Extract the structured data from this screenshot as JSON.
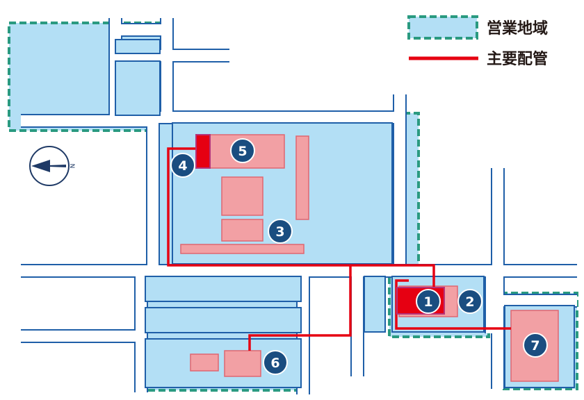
{
  "legend": {
    "business_area_label": "営業地域",
    "main_pipe_label": "主要配管"
  },
  "compass": {
    "letter": "N"
  },
  "markers": [
    "1",
    "2",
    "3",
    "4",
    "5",
    "6",
    "7"
  ],
  "colors": {
    "area_fill": "#b3dff5",
    "area_border": "#2a9a80",
    "road_stroke": "#1f5fa8",
    "building_fill": "#f2a0a4",
    "building_stroke": "#e06670",
    "pipe": "#e60012",
    "facility_border": "#b5337a",
    "marker_fill": "#1a4d80"
  }
}
